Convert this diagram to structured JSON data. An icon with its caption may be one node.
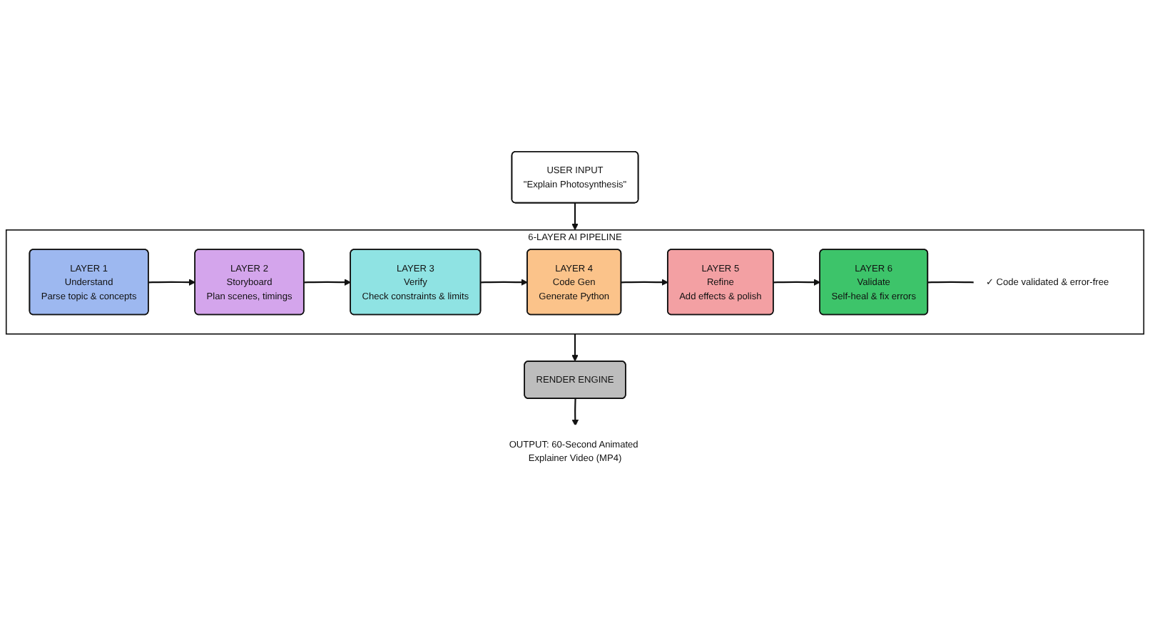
{
  "diagram": {
    "nodes": [
      {
        "text": [
          "USER INPUT",
          "\"Explain Photosynthesis\""
        ]
      },
      {
        "text": [
          "6-LAYER AI PIPELINE"
        ]
      },
      {
        "text": [
          "LAYER 1",
          "Understand",
          "Parse topic & concepts"
        ],
        "in": 1
      },
      {
        "text": [
          "LAYER 2",
          "Storyboard",
          "Plan scenes, timings"
        ],
        "in": 1
      },
      {
        "text": [
          "LAYER 3",
          "Verify",
          "Check constraints & limits"
        ],
        "in": 1
      },
      {
        "text": [
          "LAYER 4",
          "Code Gen",
          "Generate Python"
        ],
        "in": 1
      },
      {
        "text": [
          "LAYER 5",
          "Refine",
          "Add effects & polish"
        ],
        "in": 1
      },
      {
        "text": [
          "LAYER 6",
          "Validate",
          "Self-heal & fix errors"
        ],
        "in": 1
      },
      {
        "text": [
          "✓ Code validated & error-free"
        ],
        "in": 1
      },
      {
        "text": [
          "RENDER ENGINE"
        ]
      },
      {
        "text": [
          "OUTPUT: 60-Second Animated Explainer Video (MP4)"
        ]
      }
    ],
    "edges": [
      {
        "from": 0,
        "to": 1,
        "arrow": "to"
      },
      {
        "from": 2,
        "to": 3,
        "arrow": "to"
      },
      {
        "from": 3,
        "to": 4,
        "arrow": "to"
      },
      {
        "from": 4,
        "to": 5,
        "arrow": "to"
      },
      {
        "from": 5,
        "to": 6,
        "arrow": "to"
      },
      {
        "from": 6,
        "to": 7,
        "arrow": "to"
      },
      {
        "from": 7,
        "to": 8,
        "arrow": "none"
      },
      {
        "from": 1,
        "to": 9,
        "arrow": "to"
      },
      {
        "from": 9,
        "to": 10,
        "arrow": "to"
      }
    ]
  }
}
